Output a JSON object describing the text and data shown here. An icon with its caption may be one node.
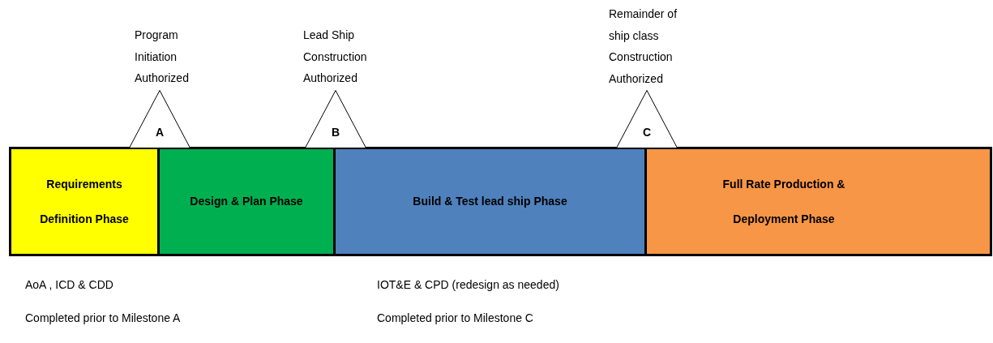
{
  "diagram": {
    "nodes": [
      {
        "text": [
          "Requirements Definition Phase"
        ]
      },
      {
        "text": [
          "Design & Plan Phase"
        ]
      },
      {
        "text": [
          "Build & Test lead ship Phase"
        ]
      },
      {
        "text": [
          "Full Rate Production & Deployment Phase"
        ]
      },
      {
        "text": [
          "A"
        ],
        "beside": [
          "Program Initiation Authorized"
        ]
      },
      {
        "text": [
          "B"
        ],
        "beside": [
          "Lead Ship Construction Authorized"
        ]
      },
      {
        "text": [
          "C"
        ],
        "beside": [
          "Remainder of ship class Construction Authorized"
        ]
      }
    ],
    "labels": [
      "AoA , ICD & CDD",
      "Completed prior to Milestone A",
      "IOT&E & CPD (redesign as needed)",
      "Completed prior to Milestone C"
    ]
  }
}
